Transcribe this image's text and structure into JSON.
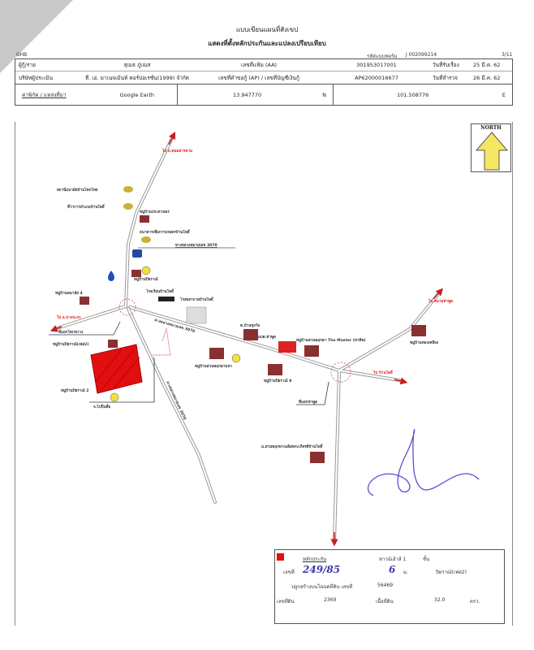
{
  "header": {
    "title": "แบบเขียนแผนที่สังเขป",
    "subtitle": "แสดงที่ตั้งหลักประกันและแปลงเปรียบเทียบ",
    "org": "GHB",
    "ref_label": "รหัสแบบฟอร์ม",
    "ref_value": "J 002099214",
    "page": "3/11"
  },
  "form": {
    "borrower_label": "ผู้กู้/ราย",
    "borrower_value": "สุเมธ ภู่เณส",
    "aa_label": "เลขที่แฟ้ม (AA)",
    "aa_value": "301953017001",
    "receive_label": "วันที่รับเรื่อง",
    "receive_value": "25 มี.ค. 62",
    "appraiser_label": "บริษัทผู้ประเมิน",
    "appraiser_value": "ที. เอ. มาเนจเม้นท์ คอร์ปอเรชั่น(1999) จำกัด",
    "ap_label": "เลขที่คำขอกู้ (AP) / เลขที่บัญชีเงินกู้",
    "ap_value": "AP62000016677",
    "survey_label": "วันที่สำรวจ",
    "survey_value": "26 มี.ค. 62",
    "coord_label": "ค่าพิกัด / แหล่งที่มา",
    "coord_source": "Google Earth",
    "lat": "13.947770",
    "lat_unit": "N",
    "lon": "101.508776",
    "lon_unit": "E"
  },
  "north_label": "NORTH",
  "map": {
    "labels": [
      "ไป อ.พนมสารคาม",
      "สถานีอนามัยบ้านโคกไทย",
      "ที่ว่าการอำเภอบ้านโพธิ์",
      "หมู่บ้านประทานพร",
      "ธนาคารเพื่อการเกษตรบ้านโพธิ์",
      "ทางหลวงหมายเลข 3070",
      "หมู่บ้านปิยราณ์",
      "หมู่บ้านพนาลัย 4",
      "โรงเรียนบ้านโพธิ์",
      "โรงพยาบาลบ้านโพธิ์",
      "ไป อ.บางปะกง",
      "ที่แยกโคกขวาง",
      "หมู่บ้านปิยราณ์(เฟส2)",
      "หมู่บ้านปิยราณ์ 2",
      "จ.ไปปิ่นสื่อ",
      "ทางหลวงหมายเลข 3070",
      "ต.บ้านชุกใจ",
      "อบต.ท่าพูด",
      "หมู่บ้านสวนพฤกษา The Master (ทาทิพ)",
      "หมู่บ้านสวนพฤกษามหา",
      "หมู่บ้านปิยราณ์ 8",
      "ไป สนามท่าพูด",
      "หมู่บ้านทองเหลือง",
      "ไป บ้านโพธิ์",
      "ที่แยกท่าพูด",
      "ม.สวนพฤกษาเฉลิมพระเกียรติบ้านโพธิ์",
      "ทางหลวงหมายเลข 3070"
    ]
  },
  "collateral": {
    "title": "หลักประกัน",
    "floors_label": "ทาวน์เฮ้าส์ 1",
    "floors_unit": "ชั้น",
    "no_label": "เลขที่",
    "no_value": "249/85",
    "moo_label": "ม.",
    "moo_value": "6",
    "village_value": "ปิยราณ์(เฟส2)",
    "permit_label": "ปลูกสร้างบนโฉนดที่ดิน เลขที่",
    "permit_value": "56469",
    "land_no_label": "เลขที่ดิน",
    "land_no_value": "2369",
    "area_label": "เนื้อที่ดิน",
    "area_value": "32.0",
    "area_unit": "ตรว."
  },
  "colors": {
    "parcel": "#e01010",
    "road": "#999999",
    "arrow": "#c81e1e",
    "signature": "#5a4fd0"
  }
}
